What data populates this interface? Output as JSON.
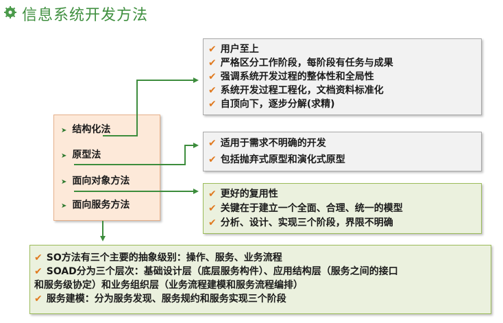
{
  "title": "信息系统开发方法",
  "icons": {
    "title": "green-gear-icon",
    "bullet": "check-icon",
    "method": "arrow-right-icon"
  },
  "methods": [
    "结构化法",
    "原型法",
    "面向对象方法",
    "面向服务方法"
  ],
  "structured_box": [
    "用户至上",
    "严格区分工作阶段，每阶段有任务与成果",
    "强调系统开发过程的整体性和全局性",
    "系统开发过程工程化，文档资料标准化",
    "自顶向下，逐步分解(求精)"
  ],
  "prototype_box": [
    "适用于需求不明确的开发",
    "包括抛弃式原型和演化式原型"
  ],
  "oo_box": [
    "更好的复用性",
    "关键在于建立一个全面、合理、统一的模型",
    "分析、设计、实现三个阶段，界限不明确"
  ],
  "so_box": {
    "line1": "SO方法有三个主要的抽象级别：操作、服务、业务流程",
    "line2": "SOAD分为三个层次：基础设计层（底层服务构件）、应用结构层（服务之间的接口",
    "line3": "和服务级协定）和业务组织层（业务流程建模和服务流程编排）",
    "line4": "服务建模：分为服务发现、服务规约和服务实现三个阶段"
  }
}
